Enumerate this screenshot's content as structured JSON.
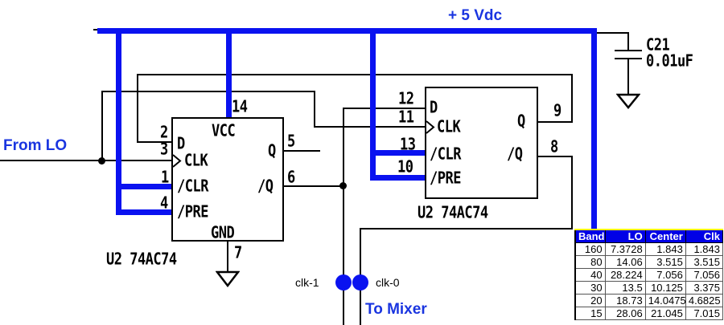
{
  "schematic": {
    "power_label": "+ 5 Vdc",
    "input_label": "From LO",
    "output_label": "To Mixer",
    "clk1_label": "clk-1",
    "clk0_label": "clk-0",
    "capacitor": {
      "ref": "C21",
      "value": "0.01uF"
    },
    "ff_left": {
      "ref": "U2 74AC74",
      "labels": {
        "d": "D",
        "clk": "CLK",
        "clr": "/CLR",
        "pre": "/PRE",
        "vcc": "VCC",
        "gnd": "GND",
        "q": "Q",
        "qb": "/Q"
      },
      "pins": {
        "d": "2",
        "clk": "3",
        "clr": "1",
        "pre": "4",
        "vcc": "14",
        "gnd": "7",
        "q": "5",
        "qb": "6"
      }
    },
    "ff_right": {
      "ref": "U2 74AC74",
      "labels": {
        "d": "D",
        "clk": "CLK",
        "clr": "/CLR",
        "pre": "/PRE",
        "q": "Q",
        "qb": "/Q"
      },
      "pins": {
        "d": "12",
        "clk": "11",
        "clr": "13",
        "pre": "10",
        "q": "9",
        "qb": "8"
      }
    },
    "colors": {
      "wire_blue": "#0a12f0",
      "label_blue": "#1a35e0",
      "table_header_bg": "#0000e6",
      "table_top_border": "#ffff00"
    }
  },
  "band_table": {
    "headers": [
      "Band",
      "LO",
      "Center",
      "Clk"
    ],
    "rows": [
      [
        "160",
        "7.3728",
        "1.843",
        "1.843"
      ],
      [
        "80",
        "14.06",
        "3.515",
        "3.515"
      ],
      [
        "40",
        "28.224",
        "7.056",
        "7.056"
      ],
      [
        "30",
        "13.5",
        "10.125",
        "3.375"
      ],
      [
        "20",
        "18.73",
        "14.0475",
        "4.6825"
      ],
      [
        "15",
        "28.06",
        "21.045",
        "7.015"
      ]
    ]
  }
}
